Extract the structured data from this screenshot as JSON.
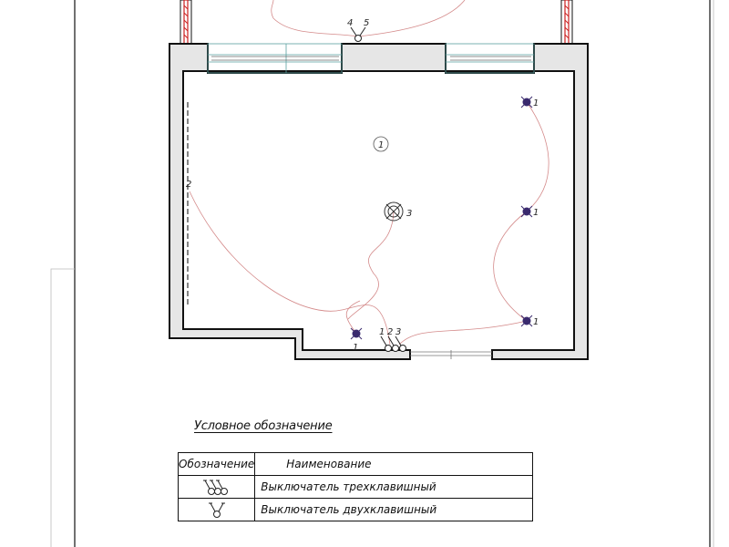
{
  "plan": {
    "room_number": "1",
    "wall_fill": "#e6e6e6",
    "wall_stroke": "#111111",
    "wire_color": "#d48a8a",
    "lamp_color": "#3a2a6e",
    "lamps": [
      {
        "label": "1"
      },
      {
        "label": "1"
      },
      {
        "label": "1"
      },
      {
        "label": "1"
      }
    ],
    "chandelier_label": "3",
    "strip_label": "2",
    "switch_three_labels": [
      "1",
      "2",
      "3"
    ],
    "switch_two_labels": [
      "4",
      "5"
    ]
  },
  "legend": {
    "title": "Условное обозначение",
    "header_symbol": "Обозначение",
    "header_name": "Наименование",
    "rows": [
      {
        "icon": "three-key-switch-icon",
        "name": "Выключатель трехклавишный"
      },
      {
        "icon": "two-key-switch-icon",
        "name": "Выключатель двухклавишный"
      }
    ]
  }
}
